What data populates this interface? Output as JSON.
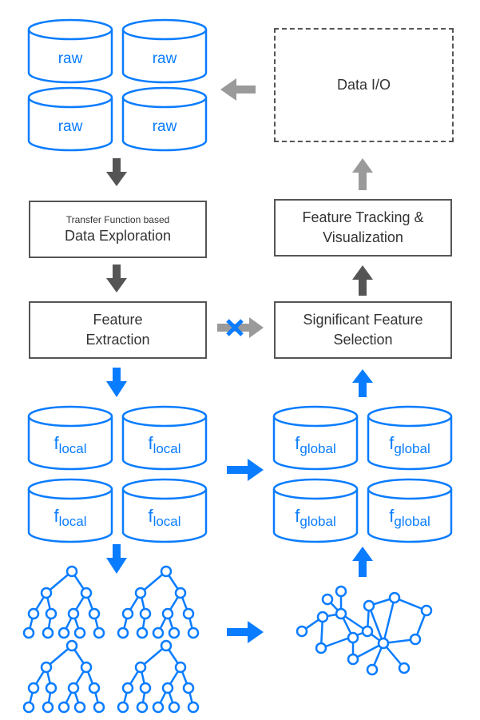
{
  "raw_stores": [
    "raw",
    "raw",
    "raw",
    "raw"
  ],
  "data_io": {
    "label": "Data I/O"
  },
  "exploration": {
    "line1": "Transfer Function based",
    "line2": "Data Exploration"
  },
  "extraction": {
    "line1": "Feature",
    "line2": "Extraction"
  },
  "selection": {
    "line1": "Significant Feature",
    "line2": "Selection"
  },
  "tracking": {
    "line1": "Feature Tracking &",
    "line2": "Visualization"
  },
  "local_stores": {
    "base": "f",
    "sub": "local"
  },
  "global_stores": {
    "base": "f",
    "sub": "global"
  },
  "colors": {
    "blue": "#0a7cff",
    "dark_gray": "#555555",
    "light_gray": "#9a9a9a",
    "box_border": "#555555"
  }
}
